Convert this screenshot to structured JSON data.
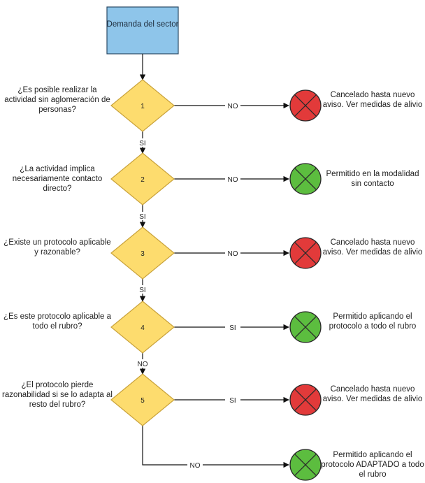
{
  "start": {
    "label": "Demanda del sector"
  },
  "steps": [
    {
      "number": "1",
      "question": "¿Es posible realizar la actividad sin aglomeración de personas?",
      "side_label": "NO",
      "down_label": "SI",
      "outcome": {
        "text": "Cancelado hasta nuevo aviso. Ver medidas de alivio",
        "status": "cancelled"
      }
    },
    {
      "number": "2",
      "question": "¿La actividad implica necesariamente contacto directo?",
      "side_label": "NO",
      "down_label": "SI",
      "outcome": {
        "text": "Permitido en la modalidad sin contacto",
        "status": "allowed"
      }
    },
    {
      "number": "3",
      "question": "¿Existe un protocolo aplicable y razonable?",
      "side_label": "NO",
      "down_label": "SI",
      "outcome": {
        "text": "Cancelado hasta nuevo aviso. Ver medidas de alivio",
        "status": "cancelled"
      }
    },
    {
      "number": "4",
      "question": "¿Es este protocolo aplicable a todo el rubro?",
      "side_label": "SI",
      "down_label": "NO",
      "outcome": {
        "text": "Permitido aplicando el protocolo a todo el rubro",
        "status": "allowed"
      }
    },
    {
      "number": "5",
      "question": "¿El protocolo pierde razonabilidad si se lo adapta al resto del rubro?",
      "side_label": "SI",
      "down_label": "NO",
      "outcome": {
        "text": "Cancelado hasta nuevo aviso. Ver medidas de alivio",
        "status": "cancelled"
      }
    }
  ],
  "final": {
    "edge_label": "NO",
    "outcome": {
      "text": "Permitido aplicando el protocolo ADAPTADO a todo el rubro",
      "status": "allowed"
    }
  },
  "colors": {
    "start_fill": "#8ec5ea",
    "start_stroke": "#2c4b66",
    "diamond_fill": "#fddc6e",
    "diamond_stroke": "#c9a23a",
    "cancelled_fill": "#e23a3a",
    "allowed_fill": "#5cbd3f",
    "line": "#111111"
  }
}
